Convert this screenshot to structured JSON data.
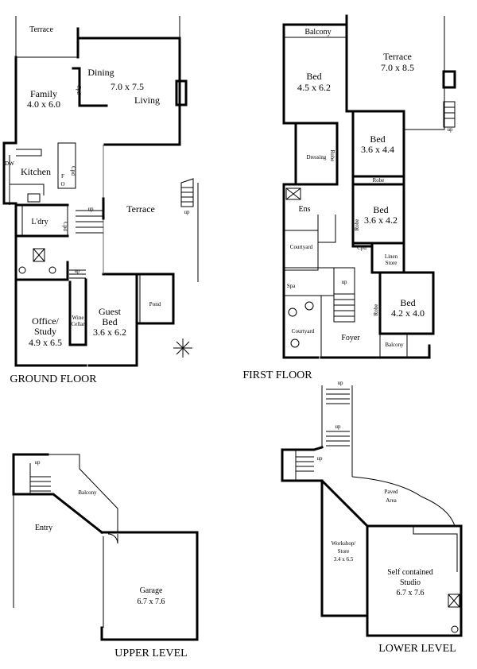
{
  "ground_floor": {
    "title": "GROUND FLOOR",
    "terrace_top": "Terrace",
    "dining": "Dining",
    "living_size": "7.0 x 7.5",
    "living": "Living",
    "family": "Family",
    "family_size": "4.0 x 6.0",
    "cpd1": "Cpd",
    "kitchen": "Kitchen",
    "dw": "DW",
    "cpd2": "Cpd",
    "f": "F",
    "o": "O",
    "laundry": "L'dry",
    "cpd3": "Cpd",
    "up1": "up",
    "terrace": "Terrace",
    "up2": "up",
    "up3": "up",
    "pond": "Pond",
    "wine_cellar_1": "Wine",
    "wine_cellar_2": "Cellar",
    "guest_bed_1": "Guest",
    "guest_bed_2": "Bed",
    "guest_bed_size": "3.6 x 6.2",
    "office_1": "Office/",
    "office_2": "Study",
    "office_size": "4.9 x 6.5"
  },
  "first_floor": {
    "title": "FIRST FLOOR",
    "balcony_top": "Balcony",
    "bed1": "Bed",
    "bed1_size": "4.5 x 6.2",
    "terrace": "Terrace",
    "terrace_size": "7.0 x 8.5",
    "up": "up",
    "bed2": "Bed",
    "bed2_size": "3.6 x 4.4",
    "dressing": "Dressing",
    "robe1": "Robe",
    "robe2": "Robe",
    "ens": "Ens",
    "bed3": "Bed",
    "bed3_size": "3.6 x 4.2",
    "robe3": "Robe",
    "courtyard1": "Courtyard",
    "cpd": "Cpd",
    "linen_1": "Linen",
    "linen_2": "Store",
    "spa": "Spa",
    "up2": "up",
    "bed4": "Bed",
    "bed4_size": "4.2 x 4.0",
    "robe4": "Robe",
    "courtyard2": "Courtyard",
    "foyer": "Foyer",
    "balcony_bottom": "Balcony"
  },
  "upper_level": {
    "title": "UPPER LEVEL",
    "up": "up",
    "balcony": "Balcony",
    "entry": "Entry",
    "garage": "Garage",
    "garage_size": "6.7 x 7.6"
  },
  "lower_level": {
    "title": "LOWER LEVEL",
    "up1": "up",
    "up2": "up",
    "up3": "up",
    "paved_1": "Paved",
    "paved_2": "Area",
    "workshop_1": "Workshop/",
    "workshop_2": "Store",
    "workshop_size": "3.4 x 6.5",
    "studio_1": "Self contained",
    "studio_2": "Studio",
    "studio_size": "6.7 x 7.6"
  }
}
